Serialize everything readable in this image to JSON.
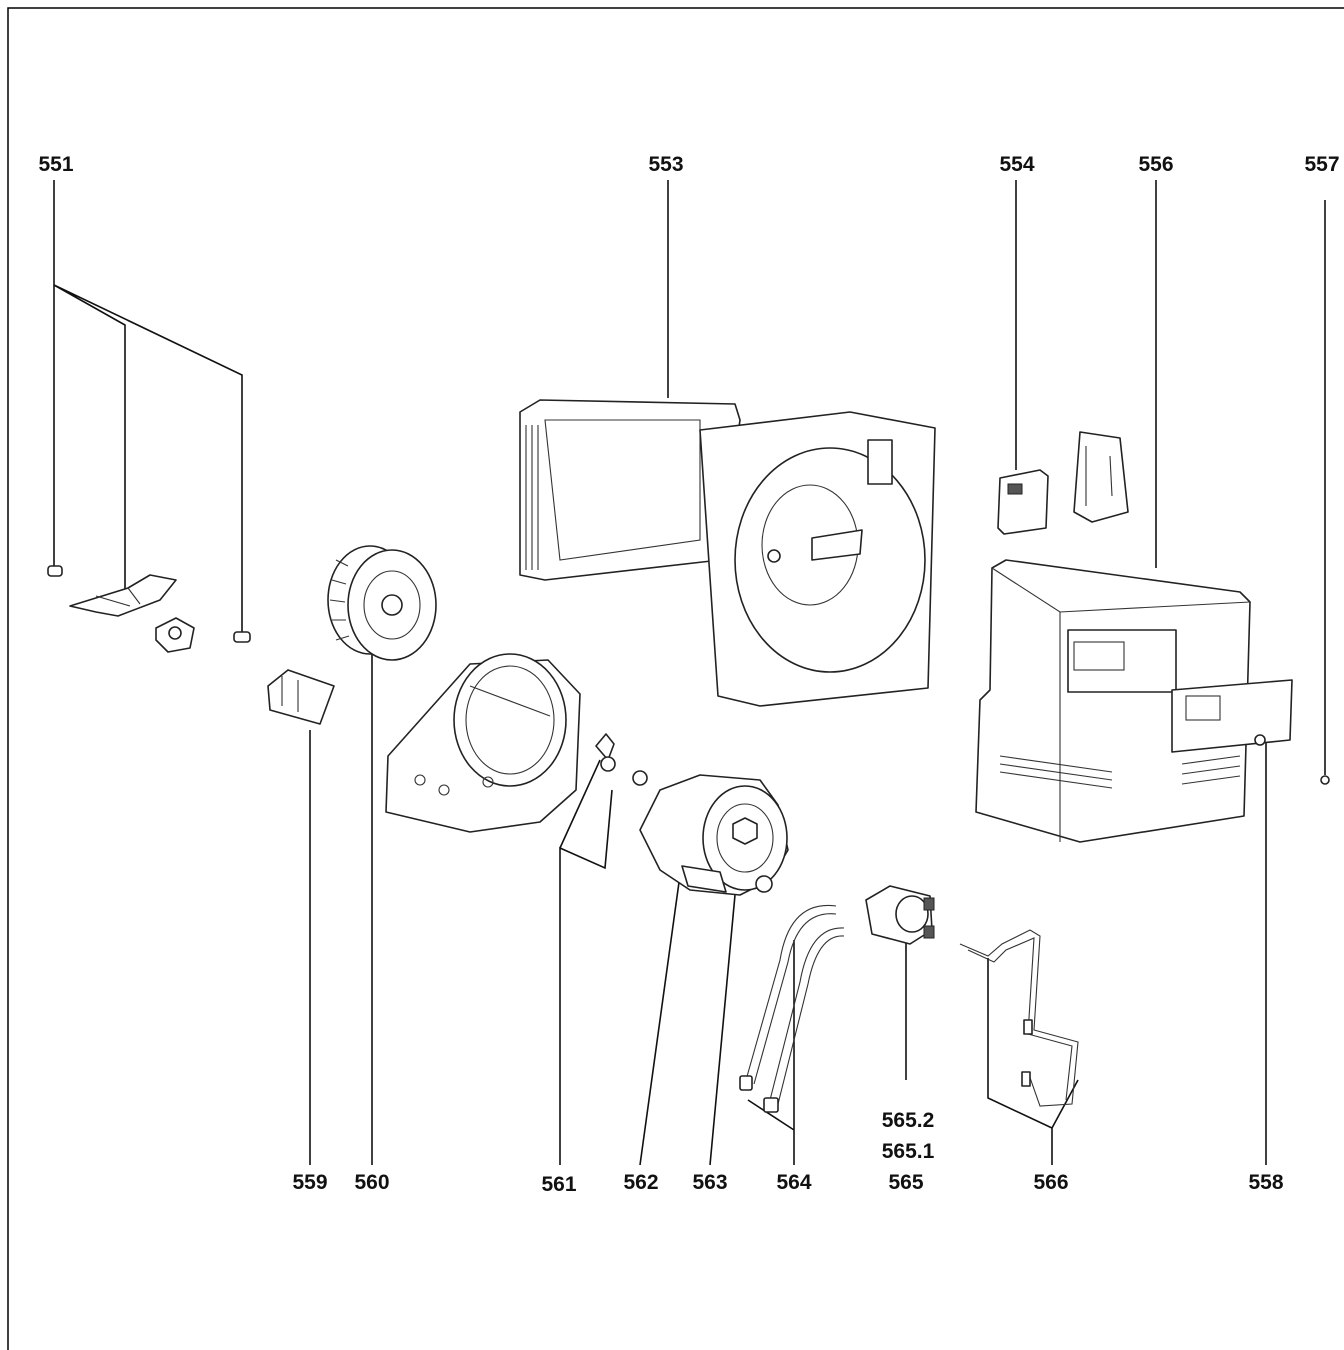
{
  "labels": {
    "p551": "551",
    "p553": "553",
    "p554": "554",
    "p556": "556",
    "p557": "557",
    "p558": "558",
    "p559": "559",
    "p560": "560",
    "p561": "561",
    "p562": "562",
    "p563": "563",
    "p564": "564",
    "p565": "565",
    "p565_1": "565.1",
    "p565_2": "565.2",
    "p566": "566"
  }
}
